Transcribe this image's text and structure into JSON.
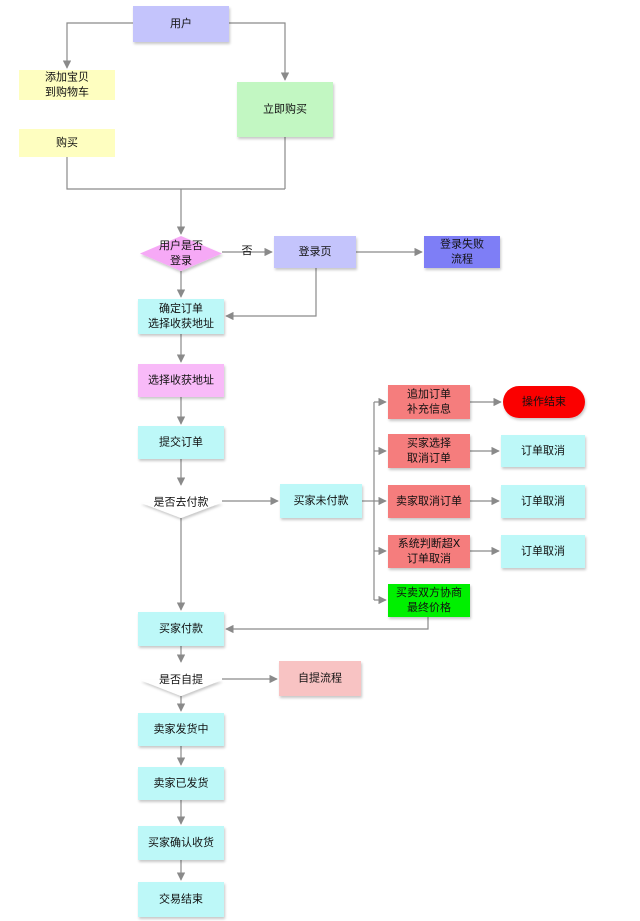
{
  "diagram": {
    "nodes": {
      "user": {
        "lines": [
          "用户"
        ],
        "fill": "#c4c4fc"
      },
      "add_cart": {
        "lines": [
          "添加宝贝",
          "到购物车"
        ],
        "fill": "#fefec0"
      },
      "buy": {
        "lines": [
          "购买"
        ],
        "fill": "#fefec0"
      },
      "buy_now": {
        "lines": [
          "立即购买"
        ],
        "fill": "#c2f7c2"
      },
      "is_logged_in": {
        "lines": [
          "用户是否",
          "登录"
        ],
        "fill": "#f6a9f6"
      },
      "login_page": {
        "lines": [
          "登录页"
        ],
        "fill": "#c4c4fc"
      },
      "login_failed": {
        "lines": [
          "登录失败",
          "流程"
        ],
        "fill": "#7e7ef6"
      },
      "confirm_order": {
        "lines": [
          "确定订单",
          "选择收获地址"
        ],
        "fill": "#bdf8f8"
      },
      "select_address": {
        "lines": [
          "选择收获地址"
        ],
        "fill": "#f8baf8"
      },
      "submit_order": {
        "lines": [
          "提交订单"
        ],
        "fill": "#bdf8f8"
      },
      "pay_decision": {
        "lines": [
          "是否去付款"
        ],
        "fill": "#ffffff"
      },
      "buyer_unpaid": {
        "lines": [
          "买家未付款"
        ],
        "fill": "#bdf8f8"
      },
      "append_order": {
        "lines": [
          "追加订单",
          "补充信息"
        ],
        "fill": "#f57d7d"
      },
      "operation_end": {
        "lines": [
          "操作结束"
        ],
        "fill": "#fb0000"
      },
      "buyer_cancel": {
        "lines": [
          "买家选择",
          "取消订单"
        ],
        "fill": "#f57d7d"
      },
      "order_cancel_1": {
        "lines": [
          "订单取消"
        ],
        "fill": "#bdf8f8"
      },
      "seller_cancel": {
        "lines": [
          "卖家取消订单"
        ],
        "fill": "#f57d7d"
      },
      "order_cancel_2": {
        "lines": [
          "订单取消"
        ],
        "fill": "#bdf8f8"
      },
      "system_timeout": {
        "lines": [
          "系统判断超X",
          "订单取消"
        ],
        "fill": "#f57d7d"
      },
      "order_cancel_3": {
        "lines": [
          "订单取消"
        ],
        "fill": "#bdf8f8"
      },
      "negotiate_price": {
        "lines": [
          "买卖双方协商",
          "最终价格"
        ],
        "fill": "#00f000"
      },
      "buyer_paid": {
        "lines": [
          "买家付款"
        ],
        "fill": "#bdf8f8"
      },
      "self_pickup": {
        "lines": [
          "是否自提"
        ],
        "fill": "#ffffff"
      },
      "self_pickup_flow": {
        "lines": [
          "自提流程"
        ],
        "fill": "#f8c3c3"
      },
      "seller_shipping": {
        "lines": [
          "卖家发货中"
        ],
        "fill": "#bdf8f8"
      },
      "seller_shipped": {
        "lines": [
          "卖家已发货"
        ],
        "fill": "#bdf8f8"
      },
      "buyer_confirm": {
        "lines": [
          "买家确认收货"
        ],
        "fill": "#bdf8f8"
      },
      "trade_end": {
        "lines": [
          "交易结束"
        ],
        "fill": "#bdf8f8"
      }
    },
    "edge_labels": {
      "no": "否"
    }
  }
}
